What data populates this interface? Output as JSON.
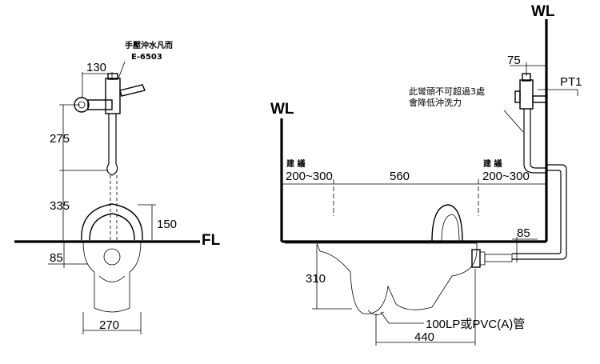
{
  "left_view": {
    "valve_name": "手壓沖水凡而",
    "valve_model": "E-6503",
    "dim_valve_width": "130",
    "dim_valve_height": "275",
    "dim_pipe_height": "335",
    "dim_bowl_height": "150",
    "dim_floor_depth": "85",
    "dim_bowl_width": "270",
    "floor_label": "FL"
  },
  "right_view": {
    "wall_left": "WL",
    "wall_right": "WL",
    "dim_valve_offset": "75",
    "point_label": "PT1",
    "note_line1": "此彎頭不可超過3處",
    "note_line2": "會降低沖洗力",
    "recommend_left": "建  議",
    "range_left": "200~300",
    "dim_center": "560",
    "recommend_right": "建  議",
    "range_right": "200~300",
    "dim_outlet_depth": "85",
    "dim_drop": "310",
    "drain_spec": "100LP或PVC(A)管",
    "dim_length": "440"
  }
}
